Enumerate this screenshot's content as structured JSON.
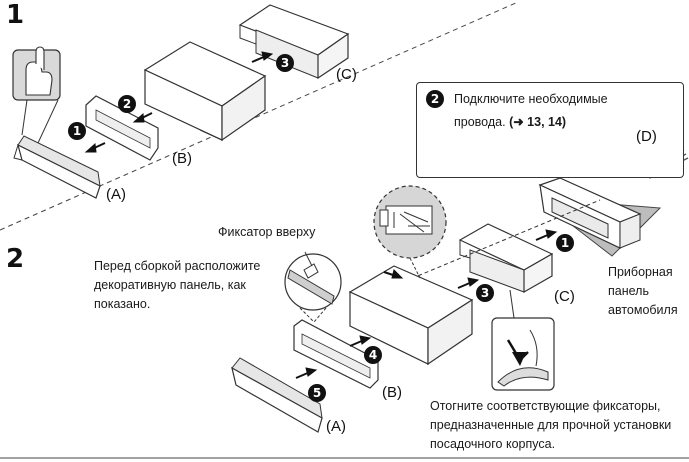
{
  "steps": [
    {
      "number": "1"
    },
    {
      "number": "2"
    }
  ],
  "parts": {
    "a": "(A)",
    "b": "(B)",
    "c": "(C)",
    "d": "(D)"
  },
  "badges": [
    "1",
    "2",
    "3",
    "4",
    "5"
  ],
  "callout": {
    "text_line1": "Подключите необходимые",
    "text_line2": "провода.",
    "ref": "(➜ 13, 14)"
  },
  "notes": {
    "latch_up": "Фиксатор вверху",
    "before_assembly_1": "Перед сборкой расположите",
    "before_assembly_2": "декоративную панель, как",
    "before_assembly_3": "показано.",
    "dashboard_1": "Приборная",
    "dashboard_2": "панель",
    "dashboard_3": "автомобиля",
    "bend_1": "Отогните соответствующие фиксаторы,",
    "bend_2": "предназначенные для прочной установки",
    "bend_3": "посадочного корпуса."
  },
  "colors": {
    "line": "#222222",
    "fill": "#ffffff",
    "shade": "#dcdcdc",
    "dash_panel": "#bdbdbd",
    "badge": "#111111"
  }
}
